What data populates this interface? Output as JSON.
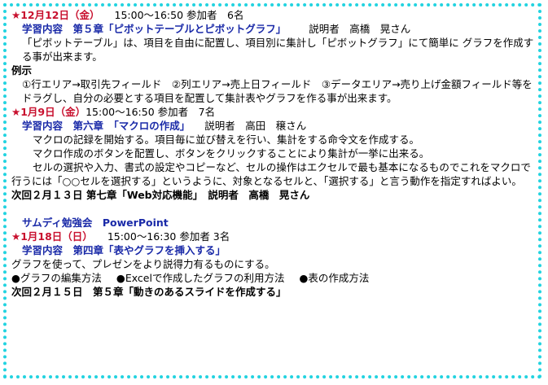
{
  "s1": {
    "date": "★12月12日（金）",
    "info": "15:00～16:50 参加者　6名",
    "topic_label": "学習内容　第５章「ピボットテーブルとピボットグラフ」",
    "presenter": "説明者　高橋　晃さん",
    "desc": "「ピボットテーブル」は、項目を自由に配置し、項目別に集計し「ピボットグラフ」にて簡単に グラフを作成する事が出来ます。",
    "example_heading": "例示",
    "example_line": "①行エリア→取引先フィールド　②列エリア→売上日フィールド　③データエリア→売り上げ金額フィールド等をドラグし、自分の必要とする項目を配置して集計表やグラフを作る事が出来ます。"
  },
  "s2": {
    "date": "★1月9日（金）",
    "info": "15:00～16:50 参加者　7名",
    "topic_label": "学習内容　第六章　「マクロの作成」",
    "presenter": "説明者　高田　穣さん",
    "p1": "マクロの記録を開始する。項目毎に並び替えを行い、集計をする命令文を作成する。",
    "p2": "マクロ作成のボタンを配置し、ボタンをクリックすることにより集計が一挙に出来る。",
    "p3": "セルの選択や入力、書式の設定やコピーなど、セルの操作はエクセルで最も基本になるものでこれをマクロで行うには「○○セルを選択する」というように、対象となるセルと、「選択する」と言う動作を指定すればよい。",
    "next": "次回２月１３日 第七章「Web対応機能」　説明者　高橋　晃さん"
  },
  "s3": {
    "group": "サムディ勉強会　PowerPoint",
    "date": "★1月18日（日）",
    "info": "15:00～16:30 参加者 3名",
    "topic_label": "学習内容　第四章「表やグラフを挿入する」",
    "desc": "グラフを使って、プレゼンをより説得力有るものにする。",
    "b1": "●グラフの編集方法",
    "b2": "●Excelで作成したグラフの利用方法",
    "b3": "●表の作成方法",
    "next": "次回２月１５日　第５章「動きのあるスライドを作成する」"
  },
  "colors": {
    "border": "#22d3e0",
    "date": "#c8102e",
    "topic": "#1a2aa8"
  }
}
